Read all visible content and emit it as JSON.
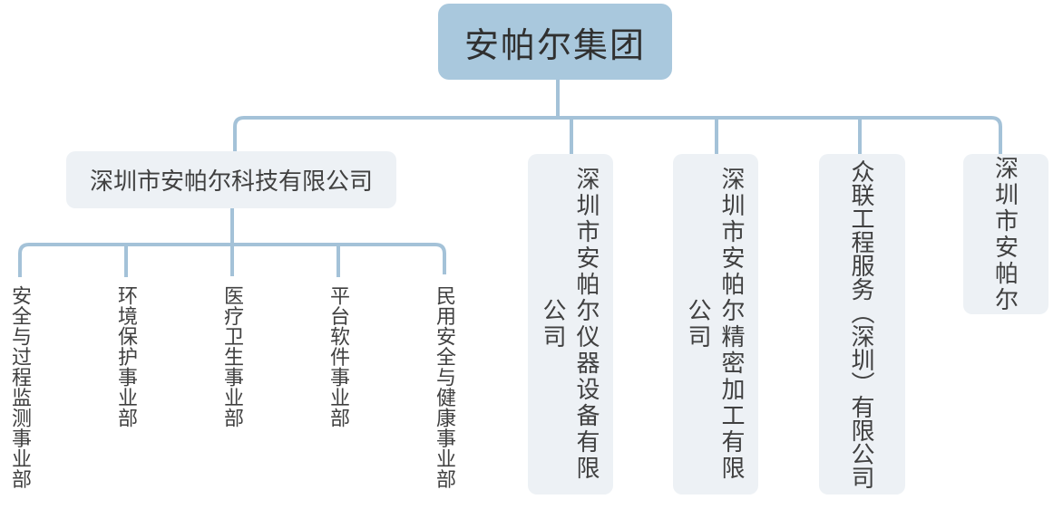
{
  "org_chart": {
    "root": {
      "label": "安帕尔集团"
    },
    "level2": [
      {
        "label": "深圳市安帕尔科技有限公司"
      },
      {
        "label": "深圳市安帕尔仪器设备有限公司"
      },
      {
        "label": "深圳市安帕尔精密加工有限公司"
      },
      {
        "label": "众联工程服务（深圳）有限公司"
      },
      {
        "label": "深圳市安帕尔"
      }
    ],
    "level3_departments": [
      {
        "label": "安全与过程监测事业部"
      },
      {
        "label": "环境保护事业部"
      },
      {
        "label": "医疗卫生事业部"
      },
      {
        "label": "平台软件事业部"
      },
      {
        "label": "民用安全与健康事业部"
      }
    ],
    "colors": {
      "root_fill": "#a9c8dd",
      "node_fill": "#edf1f5",
      "connector": "#a4c2d8",
      "root_text": "#303030",
      "node_text": "#404040"
    }
  }
}
